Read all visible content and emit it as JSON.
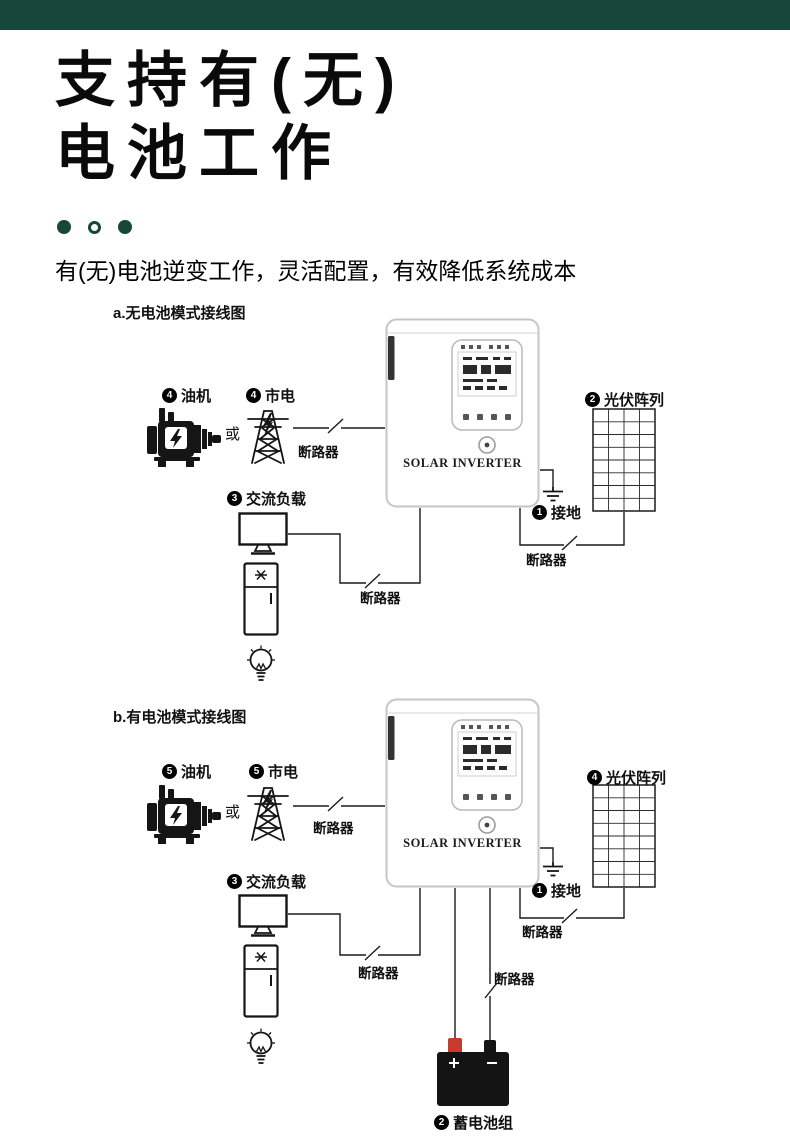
{
  "theme": {
    "accent_color": "#17463a",
    "line_color": "#1a1a1a",
    "battery_terminal_red": "#c63b2b"
  },
  "header": {
    "title_line1": "支持有(无)",
    "title_line2": "电池工作",
    "subtitle": "有(无)电池逆变工作，灵活配置，有效降低系统成本"
  },
  "diagram_a": {
    "caption": "a.无电池模式接线图",
    "generator": {
      "num": "4",
      "label": "油机"
    },
    "or_text": "或",
    "utility": {
      "num": "4",
      "label": "市电"
    },
    "breaker_utility": "断路器",
    "ac_load": {
      "num": "3",
      "label": "交流负载"
    },
    "breaker_load": "断路器",
    "inverter_brand": "SOLAR INVERTER",
    "pv_array": {
      "num": "2",
      "label": "光伏阵列"
    },
    "ground": {
      "num": "1",
      "label": "接地"
    },
    "breaker_pv": "断路器"
  },
  "diagram_b": {
    "caption": "b.有电池模式接线图",
    "generator": {
      "num": "5",
      "label": "油机"
    },
    "or_text": "或",
    "utility": {
      "num": "5",
      "label": "市电"
    },
    "breaker_utility": "断路器",
    "ac_load": {
      "num": "3",
      "label": "交流负载"
    },
    "breaker_load": "断路器",
    "inverter_brand": "SOLAR INVERTER",
    "pv_array": {
      "num": "4",
      "label": "光伏阵列"
    },
    "ground": {
      "num": "1",
      "label": "接地"
    },
    "breaker_pv": "断路器",
    "breaker_battery": "断路器",
    "battery": {
      "num": "2",
      "label": "蓄电池组"
    }
  }
}
